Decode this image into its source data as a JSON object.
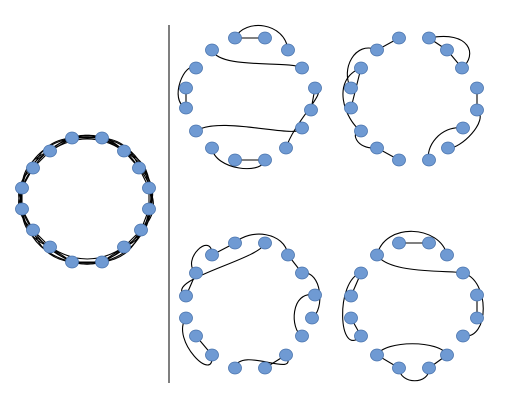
{
  "colors": {
    "node_fill": "#6f9ad3",
    "node_stroke": "#4a74ad",
    "edge": "#000000",
    "divider": "#555555",
    "background": "#ffffff"
  },
  "figure": {
    "source_graph": {
      "node_count": 16,
      "description_hidden": true
    },
    "panels": [
      {
        "id": "top-left",
        "node_count": 16
      },
      {
        "id": "top-right",
        "node_count": 16
      },
      {
        "id": "bottom-left",
        "node_count": 16
      },
      {
        "id": "bottom-right",
        "node_count": 16
      }
    ]
  }
}
